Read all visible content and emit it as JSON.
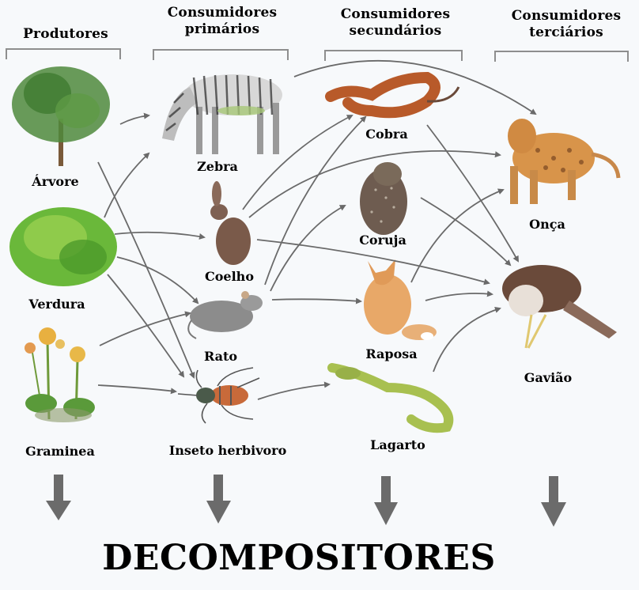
{
  "headers": {
    "producers": "Produtores",
    "primary_line1": "Consumidores",
    "primary_line2": "primários",
    "secondary_line1": "Consumidores",
    "secondary_line2": "secundários",
    "tertiary_line1": "Consumidores",
    "tertiary_line2": "terciários"
  },
  "organisms": {
    "arvore": "Árvore",
    "verdura": "Verdura",
    "graminea": "Graminea",
    "zebra": "Zebra",
    "coelho": "Coelho",
    "rato": "Rato",
    "inseto": "Inseto herbivoro",
    "cobra": "Cobra",
    "coruja": "Coruja",
    "raposa": "Raposa",
    "lagarto": "Lagarto",
    "onca": "Onça",
    "gaviao": "Gavião"
  },
  "footer": {
    "decomposers": "DECOMPOSITORES"
  },
  "food_web": {
    "levels": [
      "Produtores",
      "Consumidores primários",
      "Consumidores secundários",
      "Consumidores terciários",
      "Decompositores"
    ],
    "links": [
      [
        "Árvore",
        "Zebra"
      ],
      [
        "Árvore",
        "Inseto herbivoro"
      ],
      [
        "Verdura",
        "Zebra"
      ],
      [
        "Verdura",
        "Coelho"
      ],
      [
        "Verdura",
        "Rato"
      ],
      [
        "Verdura",
        "Inseto herbivoro"
      ],
      [
        "Graminea",
        "Rato"
      ],
      [
        "Graminea",
        "Inseto herbivoro"
      ],
      [
        "Zebra",
        "Onça"
      ],
      [
        "Coelho",
        "Cobra"
      ],
      [
        "Coelho",
        "Onça"
      ],
      [
        "Coelho",
        "Gavião"
      ],
      [
        "Rato",
        "Cobra"
      ],
      [
        "Rato",
        "Coruja"
      ],
      [
        "Rato",
        "Raposa"
      ],
      [
        "Inseto herbivoro",
        "Lagarto"
      ],
      [
        "Cobra",
        "Gavião"
      ],
      [
        "Coruja",
        "Gavião"
      ],
      [
        "Raposa",
        "Onça"
      ],
      [
        "Raposa",
        "Gavião"
      ],
      [
        "Lagarto",
        "Gavião"
      ]
    ]
  },
  "colors": {
    "arrow": "#6a6a6a",
    "bracket": "#8e8e8e",
    "decomp_arrow": "#6b6b6b",
    "background": "#f7f9fb"
  }
}
